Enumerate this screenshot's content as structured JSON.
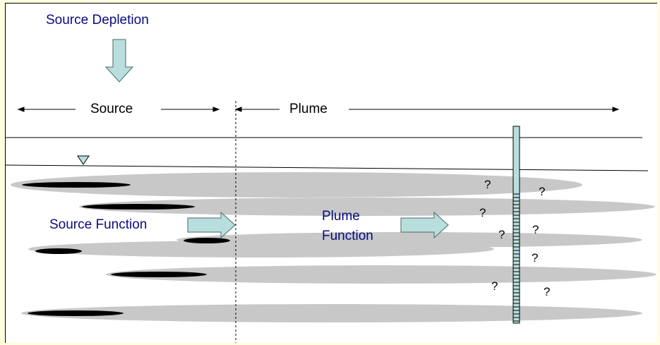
{
  "labels": {
    "source_depletion": "Source Depletion",
    "source": "Source",
    "plume": "Plume",
    "source_function": "Source Function",
    "plume_function_line1": "Plume",
    "plume_function_line2": "Function"
  },
  "unknown_mark": "?",
  "colors": {
    "title_blue": "#0a0a80",
    "arrow_fill": "#b8dede",
    "arrow_stroke": "#4a6a6a",
    "plume_gray": "#c8c8c8",
    "source_black": "#000000",
    "background": "#ffffe0"
  }
}
